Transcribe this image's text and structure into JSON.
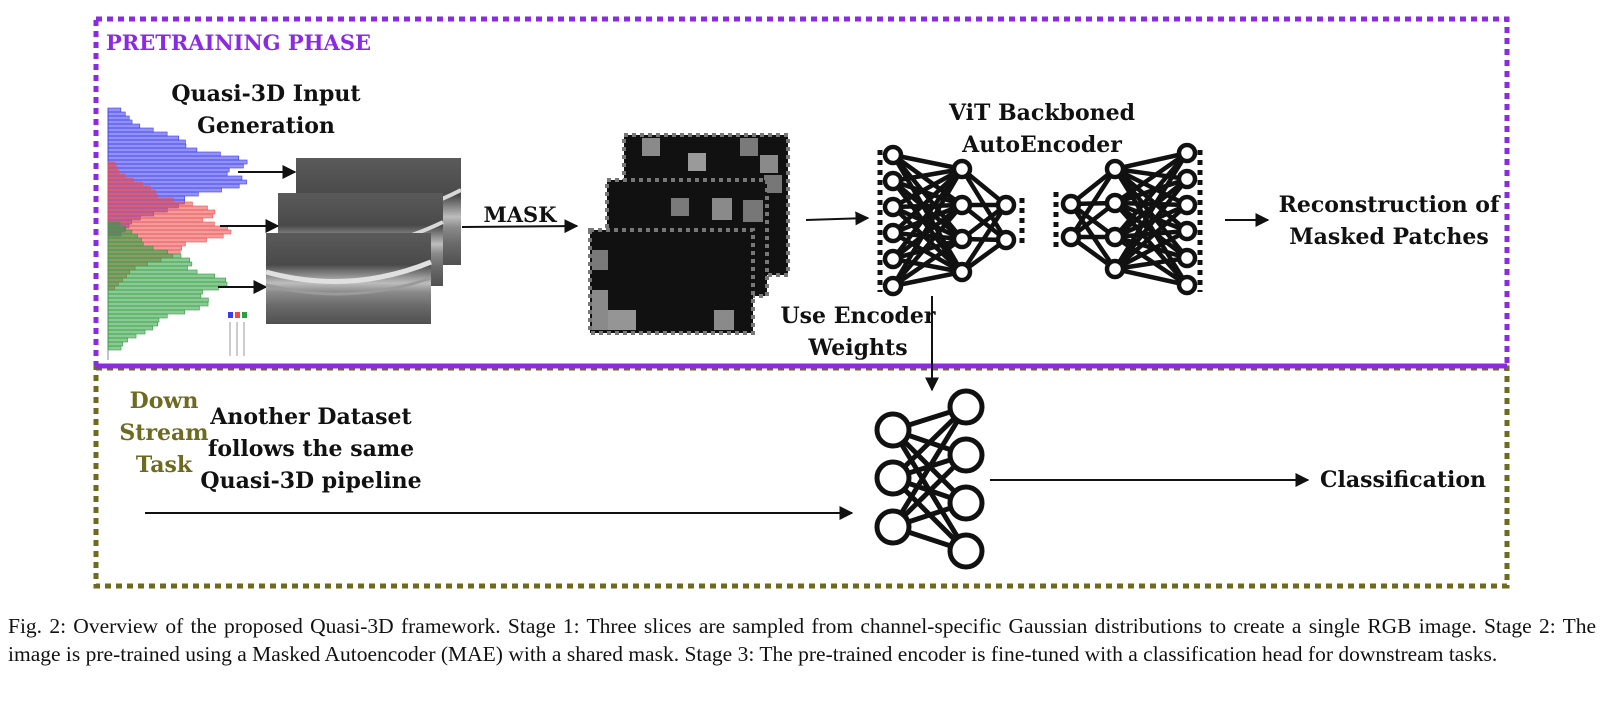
{
  "phases": {
    "pretraining_label": "PRETRAINING PHASE",
    "downstream_label_lines": [
      "Down",
      "Stream",
      "Task"
    ]
  },
  "colors": {
    "pretraining_border": "#8a2be2",
    "downstream_border": "#6e6a1e",
    "hist_blue": "#3b3bf0",
    "hist_red": "#ef4b4b",
    "hist_green": "#2e9e3e"
  },
  "labels": {
    "quasi3d_lines": [
      "Quasi-3D Input",
      "Generation"
    ],
    "mask": "MASK",
    "vit_lines": [
      "ViT Backboned",
      "AutoEncoder"
    ],
    "reconstruction_lines": [
      "Reconstruction of",
      "Masked Patches"
    ],
    "encoder_weights_lines": [
      "Use Encoder",
      "Weights"
    ],
    "another_dataset_lines": [
      "Another Dataset",
      "follows the same",
      "Quasi-3D pipeline"
    ],
    "classification": "Classification"
  },
  "icons": [
    "histogram-plot",
    "oct-slice-stack",
    "masked-patch-stack",
    "encoder-network-icon",
    "decoder-network-icon",
    "classifier-network-icon"
  ],
  "caption": "Fig. 2: Overview of the proposed Quasi-3D framework. Stage 1: Three slices are sampled from channel-specific Gaussian distributions to create a single RGB image. Stage 2: The image is pre-trained using a Masked Autoencoder (MAE) with a shared mask. Stage 3: The pre-trained encoder is fine-tuned with a classification head for downstream tasks."
}
